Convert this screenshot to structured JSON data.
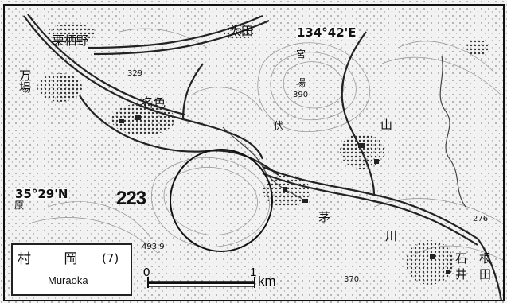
{
  "map": {
    "longitude_label": "134°42'E",
    "latitude_label": "35°29'N",
    "site_number": "223",
    "elevations": [
      "329",
      "390",
      "276",
      "493.9",
      "370"
    ],
    "place_names": [
      "栗栖野",
      "太田",
      "万場",
      "名色",
      "山",
      "宮",
      "場",
      "伏",
      "原",
      "茅",
      "川",
      "石",
      "井",
      "根",
      "田"
    ],
    "legend": {
      "name_jp": "村 岡",
      "number": "(7)",
      "name_romaji": "Muraoka"
    },
    "scale": {
      "start": "0",
      "end": "1",
      "unit": "km"
    }
  }
}
